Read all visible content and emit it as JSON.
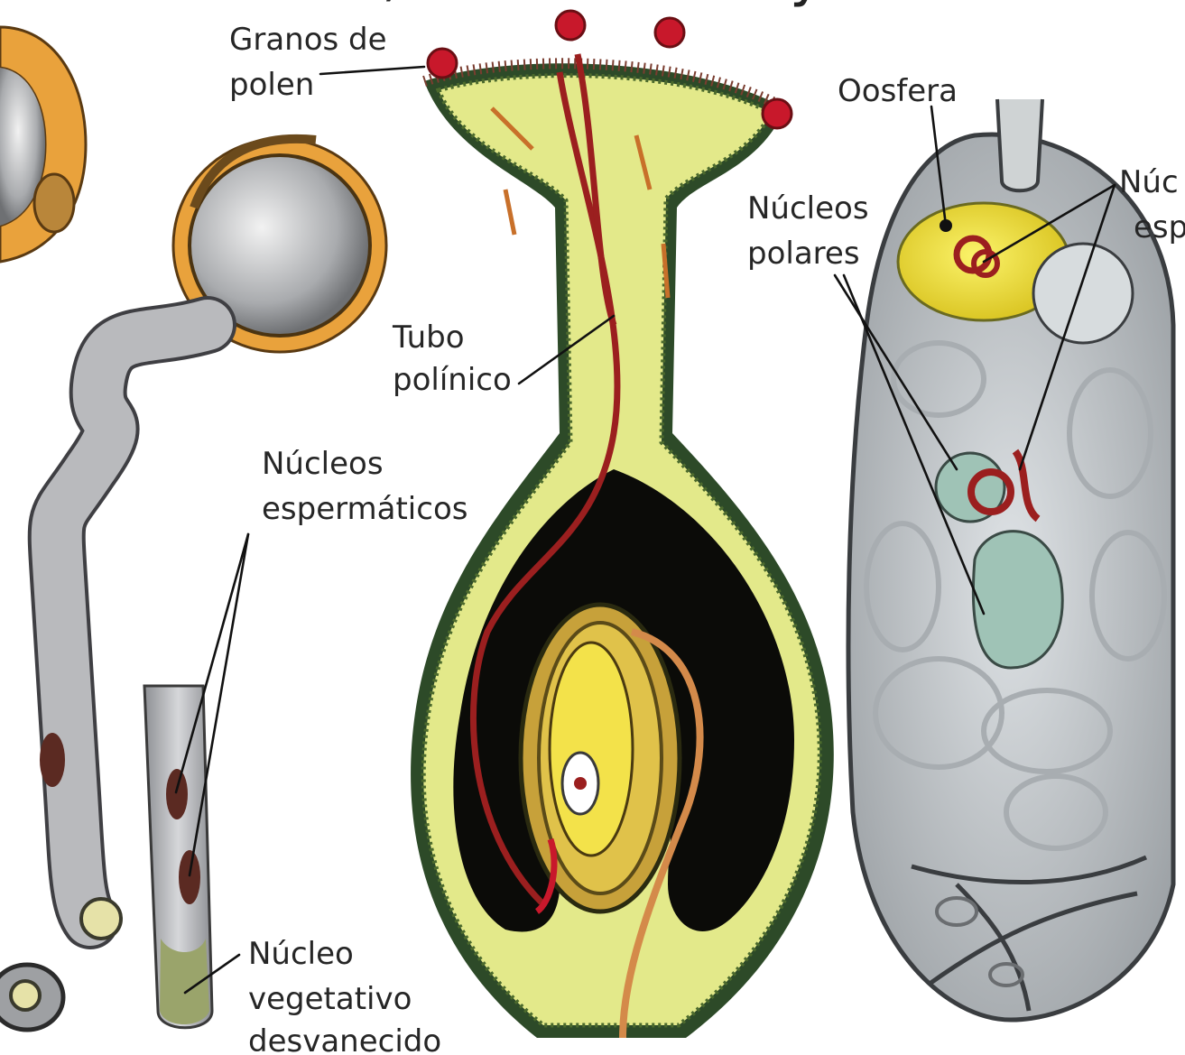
{
  "header_fragment": "Gametofitos, fecundación y desarrollo",
  "labels": {
    "granos_polen_1": "Granos de",
    "granos_polen_2": "polen",
    "tubo_1": "Tubo",
    "tubo_2": "polínico",
    "nucleos_esp_1": "Núcleos",
    "nucleos_esp_2": "espermáticos",
    "nucleo_veg_1": "Núcleo",
    "nucleo_veg_2": "vegetativo",
    "nucleo_veg_3": "desvanecido",
    "oosfera": "Oosfera",
    "nucleos_pol_1": "Núcleos",
    "nucleos_pol_2": "polares",
    "nucleos_esp_right_1": "Núc",
    "nucleos_esp_right_2": "esp"
  },
  "colors": {
    "pollen_wall": "#e9a23c",
    "pollen_outline": "#5a3a12",
    "tube_gray": "#b7b8bc",
    "tissue_green": "#e3e98a",
    "tissue_dark": "#2d4a28",
    "cavity": "#0b0b08",
    "pollen_tube_red": "#9b1f1f",
    "pollen_grain_red": "#c8182b",
    "ovule_yellow": "#f3e24a",
    "sac_gray": "#c9cdd0",
    "nucleus_teal": "#9fc3b6"
  }
}
